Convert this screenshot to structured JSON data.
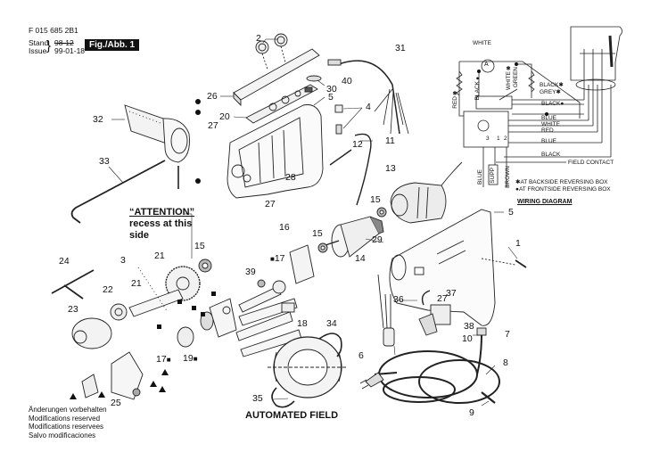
{
  "header": {
    "part_number": "F 015 685 2B1",
    "stand_label": "Stand",
    "issue_label": "Issue",
    "stand_value_struck": "98-12",
    "issue_value": "99-01-18",
    "figure_badge": "Fig./Abb. 1"
  },
  "attention_note": {
    "title": "“ATTENTION”",
    "line1": "recess at this",
    "line2": "side"
  },
  "wiring_diagram": {
    "title": "WIRING DIAGRAM",
    "motor_symbol": "A",
    "wire_labels": {
      "white_top": "WHITE",
      "red": "RED✱",
      "black_v": "BLACK●",
      "white_v": "WHITE✱",
      "green_v": "GREEN",
      "black_star": "BLACK✱",
      "grey_star": "GREY✱",
      "black_dot": "BLACK●",
      "blue1": "BLUE",
      "white1": "WHITE",
      "red1": "RED",
      "blue2": "BLUE",
      "black2": "BLACK",
      "field_contact": "FIELD CONTACT",
      "blue_v": "BLUE",
      "supp_v": "SUPP",
      "brown_v": "BROWN",
      "terminal_3": "3",
      "terminal_1": "1",
      "terminal_2": "2"
    },
    "legend": [
      {
        "symbol": "✱",
        "text": "AT BACKSIDE REVERSING BOX"
      },
      {
        "symbol": "●",
        "text": "AT FRONTSIDE REVERSING BOX"
      }
    ]
  },
  "automated_field_caption": "AUTOMATED FIELD",
  "disclaimer": [
    "Änderungen vorbehalten",
    "Modifications reserved",
    "Modifications reservees",
    "Salvo modificaciones"
  ],
  "callouts": [
    {
      "id": "2",
      "marker": ""
    },
    {
      "id": "31",
      "marker": ""
    },
    {
      "id": "26",
      "marker": ""
    },
    {
      "id": "30",
      "marker": ""
    },
    {
      "id": "40",
      "marker": ""
    },
    {
      "id": "5",
      "marker": ""
    },
    {
      "id": "4",
      "marker": ""
    },
    {
      "id": "32",
      "marker": ""
    },
    {
      "id": "20",
      "marker": ""
    },
    {
      "id": "27",
      "marker": ""
    },
    {
      "id": "12",
      "marker": ""
    },
    {
      "id": "11",
      "marker": ""
    },
    {
      "id": "33",
      "marker": ""
    },
    {
      "id": "13",
      "marker": ""
    },
    {
      "id": "28",
      "marker": ""
    },
    {
      "id": "27",
      "marker": ""
    },
    {
      "id": "15",
      "marker": ""
    },
    {
      "id": "5",
      "marker": ""
    },
    {
      "id": "16",
      "marker": ""
    },
    {
      "id": "15",
      "marker": ""
    },
    {
      "id": "29",
      "marker": ""
    },
    {
      "id": "14",
      "marker": ""
    },
    {
      "id": "15",
      "marker": ""
    },
    {
      "id": "1",
      "marker": ""
    },
    {
      "id": "24",
      "marker": ""
    },
    {
      "id": "3",
      "marker": ""
    },
    {
      "id": "21",
      "marker": ""
    },
    {
      "id": "17",
      "marker": "■"
    },
    {
      "id": "39",
      "marker": ""
    },
    {
      "id": "22",
      "marker": ""
    },
    {
      "id": "21",
      "marker": ""
    },
    {
      "id": "36",
      "marker": ""
    },
    {
      "id": "27",
      "marker": ""
    },
    {
      "id": "37",
      "marker": ""
    },
    {
      "id": "23",
      "marker": ""
    },
    {
      "id": "18",
      "marker": ""
    },
    {
      "id": "34",
      "marker": ""
    },
    {
      "id": "38",
      "marker": ""
    },
    {
      "id": "7",
      "marker": ""
    },
    {
      "id": "10",
      "marker": ""
    },
    {
      "id": "17",
      "marker": "■"
    },
    {
      "id": "19",
      "marker": "■"
    },
    {
      "id": "6",
      "marker": ""
    },
    {
      "id": "8",
      "marker": ""
    },
    {
      "id": "25",
      "marker": ""
    },
    {
      "id": "35",
      "marker": ""
    },
    {
      "id": "9",
      "marker": ""
    }
  ]
}
